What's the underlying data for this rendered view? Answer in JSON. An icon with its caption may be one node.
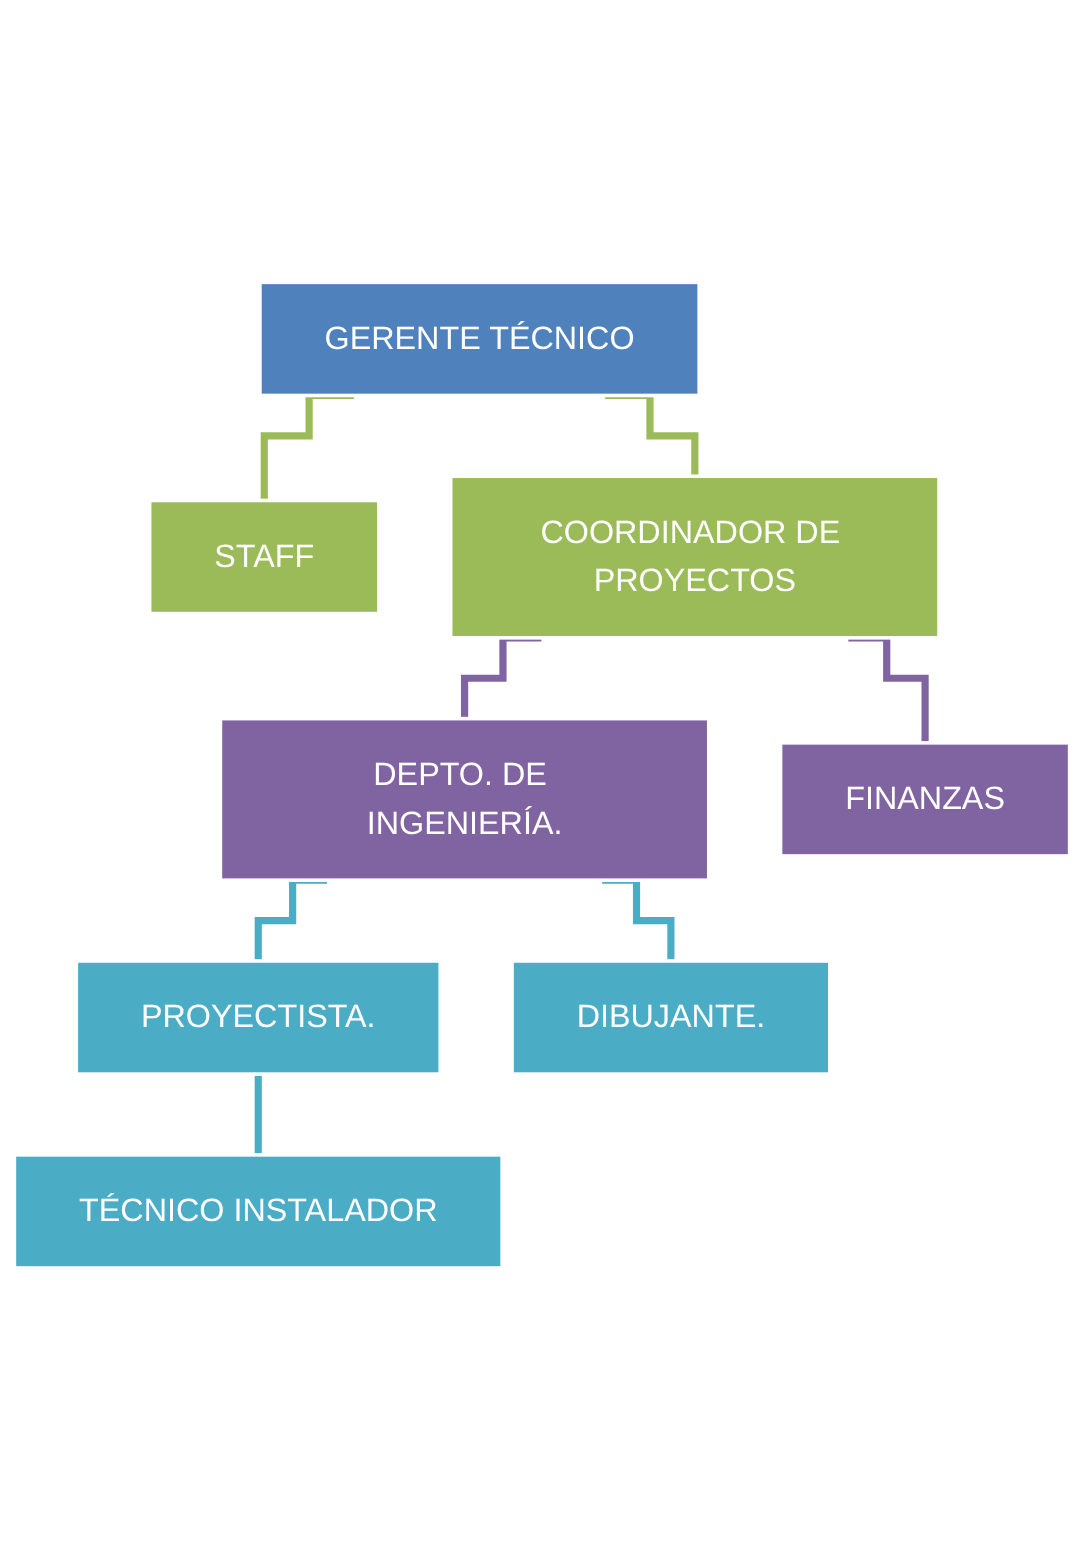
{
  "diagram": {
    "nodes": [
      {
        "text": [
          "GERENTE TÉCNICO"
        ]
      },
      {
        "text": [
          "STAFF"
        ]
      },
      {
        "text": [
          "COORDINADOR DE PROYECTOS"
        ]
      },
      {
        "text": [
          "DEPTO. DE INGENIERÍA."
        ]
      },
      {
        "text": [
          "FINANZAS"
        ]
      },
      {
        "text": [
          "PROYECTISTA."
        ]
      },
      {
        "text": [
          "DIBUJANTE."
        ]
      },
      {
        "text": [
          "TÉCNICO INSTALADOR"
        ]
      }
    ],
    "edges": [
      {
        "from": 0,
        "to": 1,
        "arrow": "none",
        "color": "#9bbb59"
      },
      {
        "from": 0,
        "to": 2,
        "arrow": "none",
        "color": "#9bbb59"
      },
      {
        "from": 2,
        "to": 3,
        "arrow": "none",
        "color": "#8064a2"
      },
      {
        "from": 2,
        "to": 4,
        "arrow": "none",
        "color": "#8064a2"
      },
      {
        "from": 3,
        "to": 5,
        "arrow": "none"
      },
      {
        "from": 3,
        "to": 6,
        "arrow": "none"
      },
      {
        "from": 5,
        "to": 7,
        "arrow": "none"
      }
    ]
  }
}
